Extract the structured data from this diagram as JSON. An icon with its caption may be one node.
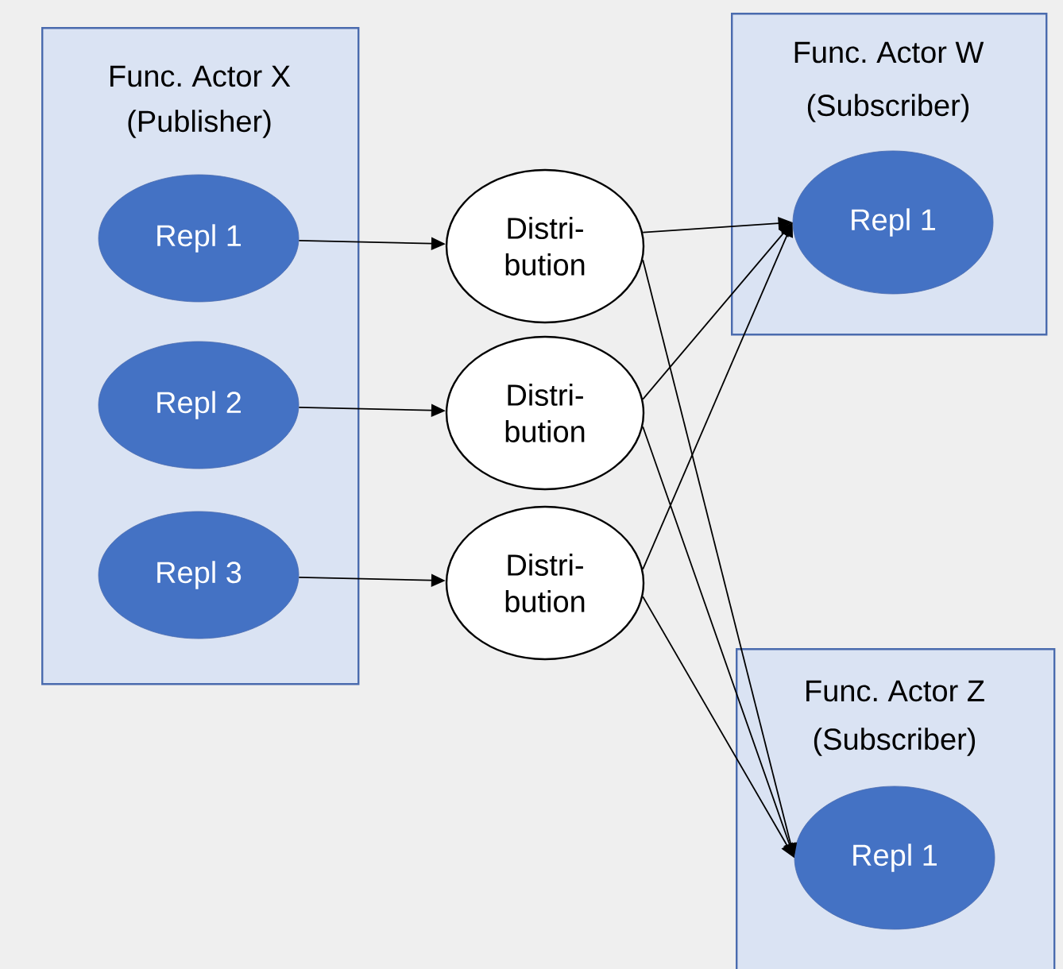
{
  "diagram": {
    "nodes": [
      {
        "text": [
          "Func. Actor X",
          "(Publisher)"
        ]
      },
      {
        "text": [
          "Repl 1"
        ],
        "in": 0
      },
      {
        "text": [
          "Repl 2"
        ],
        "in": 0
      },
      {
        "text": [
          "Repl 3"
        ],
        "in": 0
      },
      {
        "text": [
          "Distri-bution"
        ]
      },
      {
        "text": [
          "Distri-bution"
        ]
      },
      {
        "text": [
          "Distri-bution"
        ]
      },
      {
        "text": [
          "Func. Actor W",
          "(Subscriber)"
        ]
      },
      {
        "text": [
          "Repl 1"
        ],
        "in": 7
      },
      {
        "text": [
          "Func. Actor Z",
          "(Subscriber)"
        ]
      },
      {
        "text": [
          "Repl 1"
        ],
        "in": 9
      }
    ],
    "edges": [
      {
        "from": 1,
        "to": 4,
        "arrow": "to"
      },
      {
        "from": 2,
        "to": 5,
        "arrow": "to"
      },
      {
        "from": 3,
        "to": 6,
        "arrow": "to"
      },
      {
        "from": 4,
        "to": 8,
        "arrow": "to"
      },
      {
        "from": 4,
        "to": 10,
        "arrow": "to"
      },
      {
        "from": 5,
        "to": 8,
        "arrow": "to"
      },
      {
        "from": 5,
        "to": 10,
        "arrow": "to"
      },
      {
        "from": 6,
        "to": 8,
        "arrow": "to"
      },
      {
        "from": 6,
        "to": 10,
        "arrow": "to"
      }
    ]
  }
}
